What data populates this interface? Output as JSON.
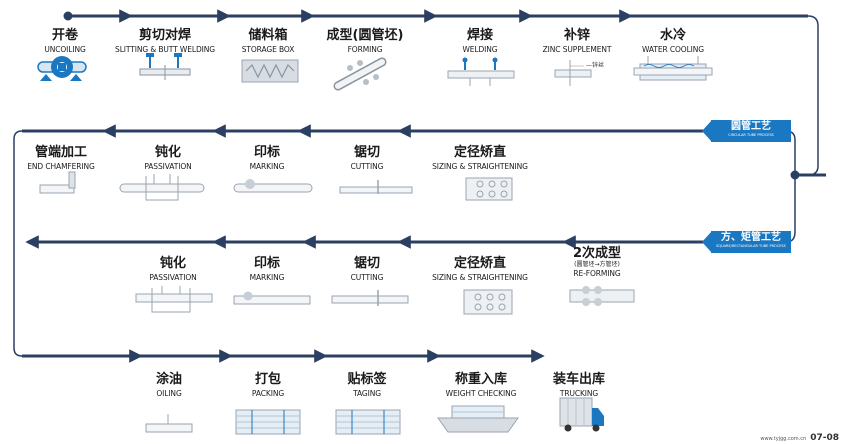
{
  "rows": [
    {
      "steps": [
        {
          "zh": "开卷",
          "en": "UNCOILING",
          "icon": "uncoiler-icon"
        },
        {
          "zh": "剪切对焊",
          "en": "SLITTING & BUTT WELDING",
          "icon": "butt-weld-icon"
        },
        {
          "zh": "储料箱",
          "en": "STORAGE BOX",
          "icon": "storage-box-icon"
        },
        {
          "zh": "成型(圆管坯)",
          "en": "FORMING",
          "icon": "forming-rollers-icon"
        },
        {
          "zh": "焊接",
          "en": "WELDING",
          "icon": "welding-icon"
        },
        {
          "zh": "补锌",
          "en": "ZINC SUPPLEMENT",
          "icon": "zinc-spray-icon",
          "note": "—锌丝"
        },
        {
          "zh": "水冷",
          "en": "WATER COOLING",
          "icon": "water-tank-icon"
        }
      ]
    },
    {
      "steps": [
        {
          "zh": "管端加工",
          "en": "END CHAMFERING",
          "icon": "chamfer-icon"
        },
        {
          "zh": "钝化",
          "en": "PASSIVATION",
          "icon": "passivation-icon"
        },
        {
          "zh": "印标",
          "en": "MARKING",
          "icon": "marking-icon"
        },
        {
          "zh": "锯切",
          "en": "CUTTING",
          "icon": "saw-icon"
        },
        {
          "zh": "定径矫直",
          "en": "SIZING & STRAIGHTENING",
          "icon": "sizing-rollers-icon"
        }
      ]
    },
    {
      "steps": [
        {
          "zh": "钝化",
          "en": "PASSIVATION",
          "icon": "passivation-icon"
        },
        {
          "zh": "印标",
          "en": "MARKING",
          "icon": "marking-icon"
        },
        {
          "zh": "锯切",
          "en": "CUTTING",
          "icon": "saw-icon"
        },
        {
          "zh": "定径矫直",
          "en": "SIZING & STRAIGHTENING",
          "icon": "sizing-rollers-icon"
        },
        {
          "zh": "2次成型",
          "sub": "(圆管坯→方管坯)",
          "en": "RE-FORMING",
          "icon": "reforming-icon"
        }
      ]
    },
    {
      "steps": [
        {
          "zh": "涂油",
          "en": "OILING",
          "icon": "oiling-icon"
        },
        {
          "zh": "打包",
          "en": "PACKING",
          "icon": "bundle-icon"
        },
        {
          "zh": "贴标签",
          "en": "TAGING",
          "icon": "tagging-icon"
        },
        {
          "zh": "称重入库",
          "en": "WEIGHT CHECKING",
          "icon": "scale-icon"
        },
        {
          "zh": "装车出库",
          "en": "TRUCKING",
          "icon": "truck-icon"
        }
      ]
    }
  ],
  "tabs": {
    "round": {
      "zh": "圆管工艺",
      "en": "CIRCULAR TUBE PROCESS"
    },
    "square": {
      "zh": "方、矩管工艺",
      "en": "SQUARE/RECTANGULAR TUBE PROCESS"
    }
  },
  "colors": {
    "arrow": "#2b3f62",
    "accent": "#1a78c2",
    "icon_stroke": "#9aa4b0"
  },
  "footer": {
    "url": "www.tyjgg.com.cn",
    "page": "07-08"
  }
}
